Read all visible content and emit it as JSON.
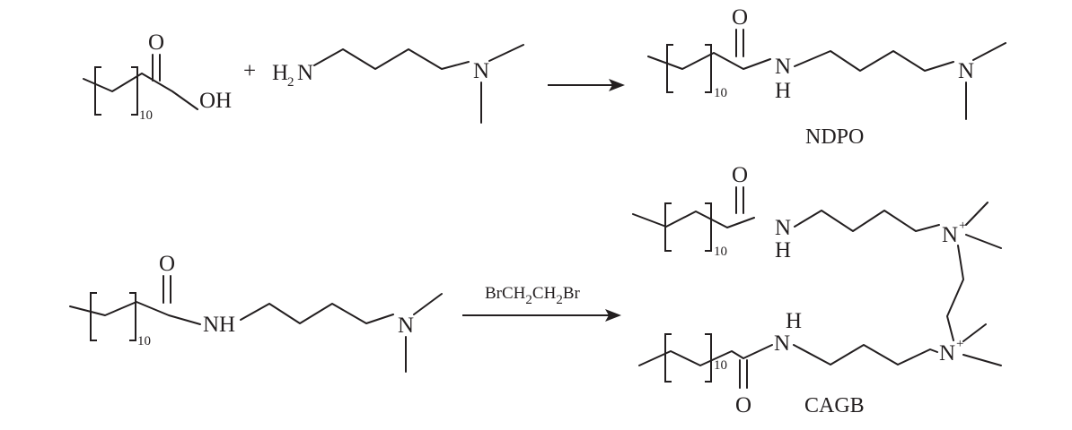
{
  "reaction1": {
    "acid": {
      "repeat": "10",
      "oxygen": "O",
      "hydroxyl": "OH"
    },
    "plus": "+",
    "amine": {
      "h": "H",
      "sub2": "2",
      "n": "N",
      "tert_n": "N"
    },
    "product": {
      "repeat": "10",
      "oxygen": "O",
      "amide_n": "N",
      "amide_h": "H",
      "tert_n": "N",
      "name": "NDPO"
    }
  },
  "reaction2": {
    "reagent": {
      "br1": "BrCH",
      "s1": "2",
      "mid": "CH",
      "s2": "2",
      "br2": "Br"
    },
    "reactant": {
      "repeat": "10",
      "oxygen": "O",
      "nh": "NH",
      "tert_n": "N"
    },
    "product": {
      "top": {
        "repeat": "10",
        "oxygen": "O",
        "amide_n": "N",
        "amide_h": "H",
        "quat_n": "N",
        "charge": "+"
      },
      "bottom": {
        "repeat": "10",
        "oxygen": "O",
        "amide_n": "N",
        "amide_h": "H",
        "quat_n": "N",
        "charge": "+"
      },
      "name": "CAGB"
    }
  }
}
